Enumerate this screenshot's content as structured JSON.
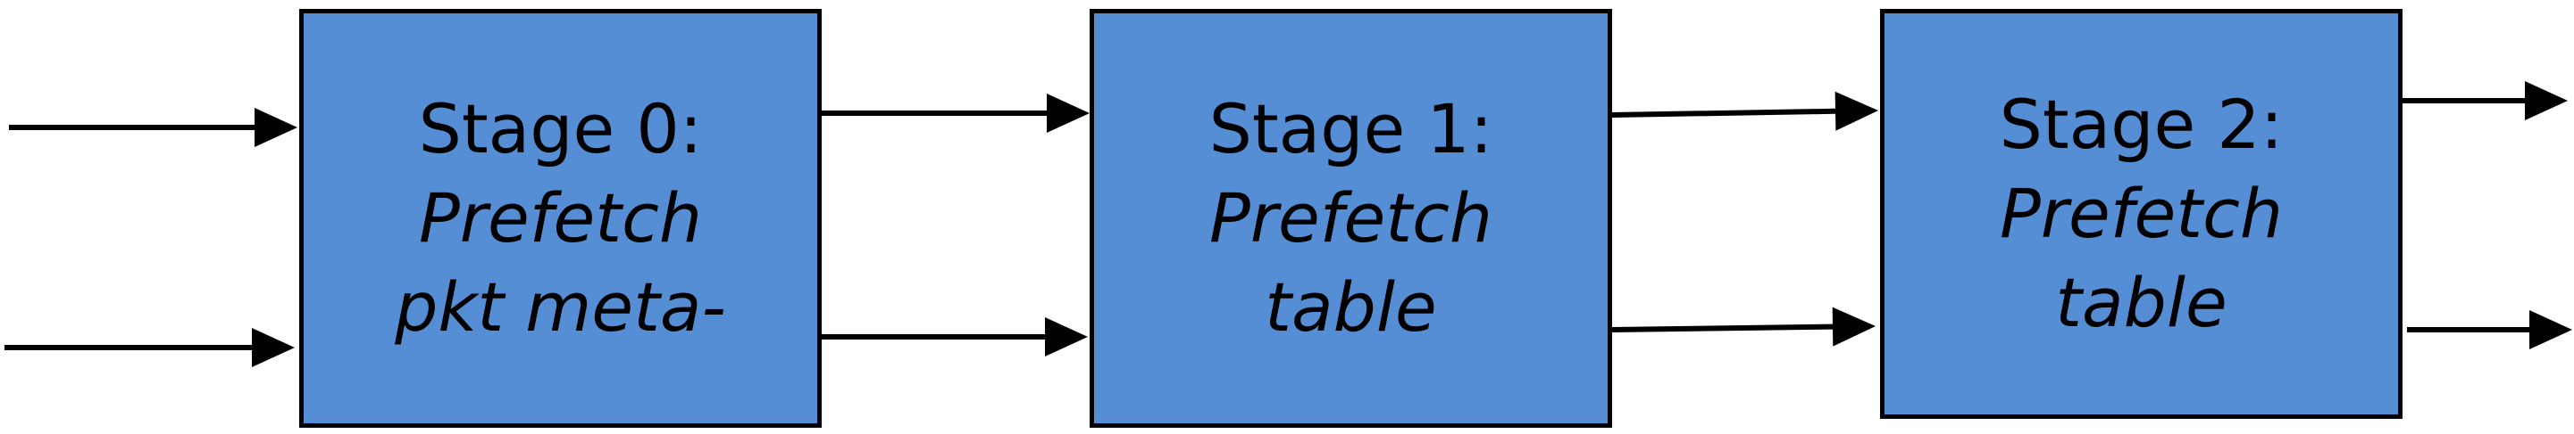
{
  "colors": {
    "stage_fill": "#558ed5",
    "stroke": "#000000",
    "text": "#000000",
    "background": "#ffffff"
  },
  "stages": [
    {
      "title": "Stage 0:",
      "line1": "Prefetch",
      "line2": "pkt meta-"
    },
    {
      "title": "Stage 1:",
      "line1": "Prefetch",
      "line2": "table"
    },
    {
      "title": "Stage 2:",
      "line1": "Prefetch",
      "line2": "table"
    }
  ],
  "arrows": [
    {
      "name": "input-arrow-top",
      "from": "input",
      "to": "stage-0"
    },
    {
      "name": "input-arrow-bottom",
      "from": "input",
      "to": "stage-0"
    },
    {
      "name": "stage0-to-stage1-arrow-top",
      "from": "stage-0",
      "to": "stage-1"
    },
    {
      "name": "stage0-to-stage1-arrow-bottom",
      "from": "stage-0",
      "to": "stage-1"
    },
    {
      "name": "stage1-to-stage2-arrow-top",
      "from": "stage-1",
      "to": "stage-2"
    },
    {
      "name": "stage1-to-stage2-arrow-bottom",
      "from": "stage-1",
      "to": "stage-2"
    },
    {
      "name": "output-arrow-top",
      "from": "stage-2",
      "to": "output"
    },
    {
      "name": "output-arrow-bottom",
      "from": "stage-2",
      "to": "output"
    }
  ]
}
